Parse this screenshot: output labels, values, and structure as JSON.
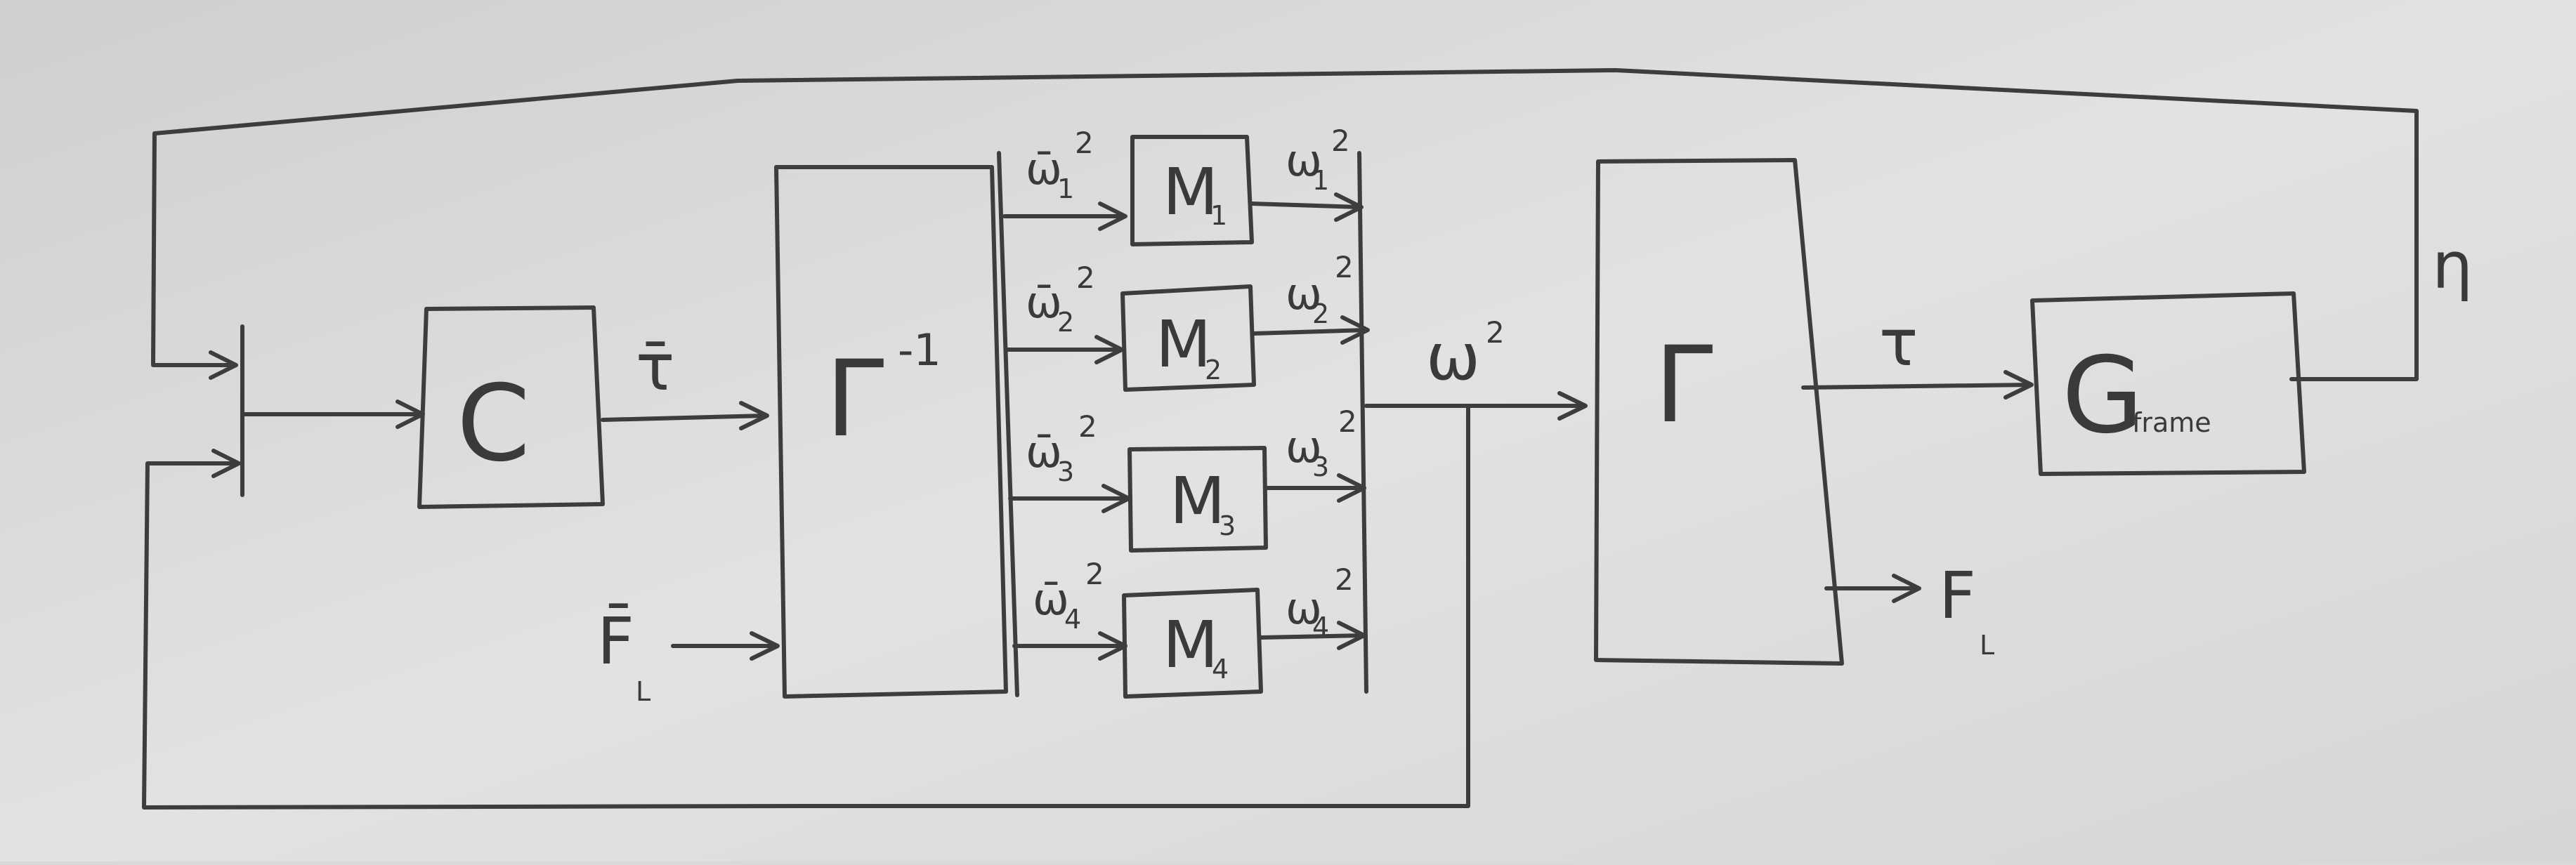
{
  "blocks": {
    "controller": "C",
    "inverse": "Γ",
    "inverse_exp": "-1",
    "motor1": "M",
    "motor1_sub": "1",
    "motor2": "M",
    "motor2_sub": "2",
    "motor3": "M",
    "motor3_sub": "3",
    "motor4": "M",
    "motor4_sub": "4",
    "mixer": "Γ",
    "frame": "G",
    "frame_sub": "frame"
  },
  "signals": {
    "tau_ref": "τ̄",
    "force_ref": "F̄",
    "force_ref_sub": "L",
    "w_ref_1": "ω̄",
    "w_ref_1_sub": "1",
    "w_ref_1_sup": "2",
    "w_ref_2": "ω̄",
    "w_ref_2_sub": "2",
    "w_ref_2_sup": "2",
    "w_ref_3": "ω̄",
    "w_ref_3_sub": "3",
    "w_ref_3_sup": "2",
    "w_ref_4": "ω̄",
    "w_ref_4_sub": "4",
    "w_ref_4_sup": "2",
    "w_1": "ω",
    "w_1_sub": "1",
    "w_1_sup": "2",
    "w_2": "ω",
    "w_2_sub": "2",
    "w_2_sup": "2",
    "w_3": "ω",
    "w_3_sub": "3",
    "w_3_sup": "2",
    "w_4": "ω",
    "w_4_sub": "4",
    "w_4_sup": "2",
    "w_sq": "ω",
    "w_sq_sup": "2",
    "tau": "τ",
    "force": "F",
    "force_sub": "L",
    "eta": "η"
  }
}
